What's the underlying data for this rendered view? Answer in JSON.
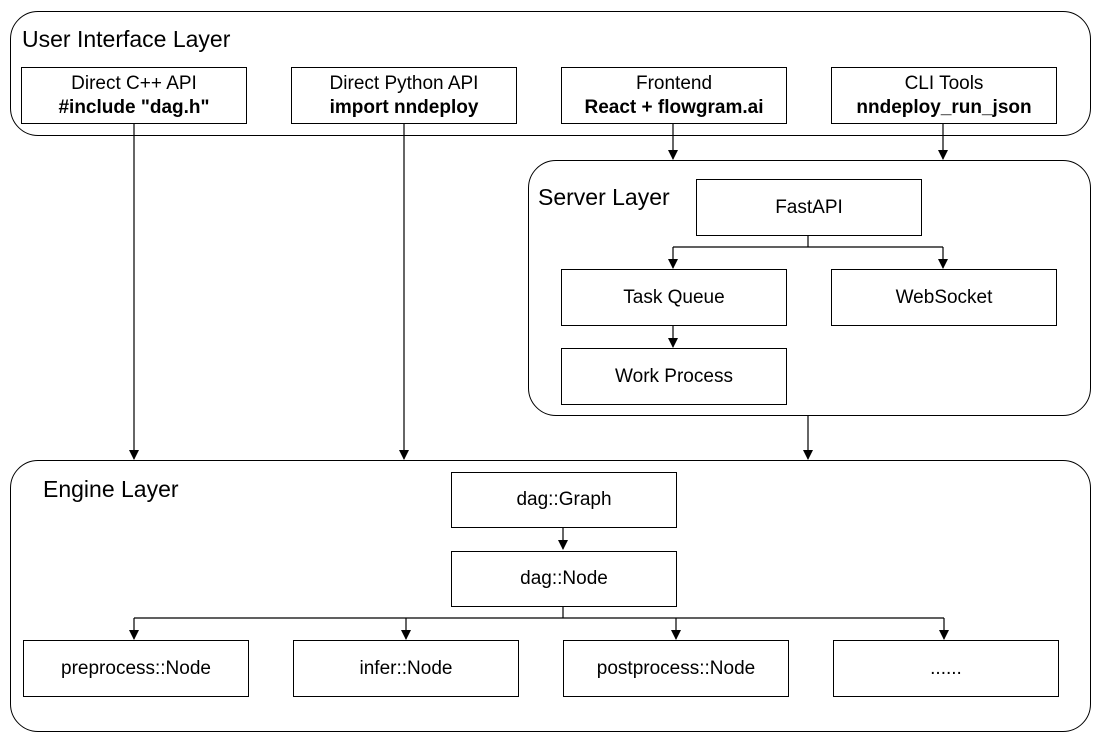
{
  "ui_layer": {
    "title": "User Interface Layer",
    "cpp": {
      "line1": "Direct C++ API",
      "line2": "#include \"dag.h\""
    },
    "python": {
      "line1": "Direct Python API",
      "line2": "import nndeploy"
    },
    "frontend": {
      "line1": "Frontend",
      "line2": "React + flowgram.ai"
    },
    "cli": {
      "line1": "CLI Tools",
      "line2": "nndeploy_run_json"
    }
  },
  "server_layer": {
    "title": "Server Layer",
    "fastapi": "FastAPI",
    "task_queue": "Task Queue",
    "websocket": "WebSocket",
    "work_process": "Work Process"
  },
  "engine_layer": {
    "title": "Engine Layer",
    "graph": "dag::Graph",
    "node": "dag::Node",
    "preprocess": "preprocess::Node",
    "infer": "infer::Node",
    "postprocess": "postprocess::Node",
    "more": "......"
  }
}
